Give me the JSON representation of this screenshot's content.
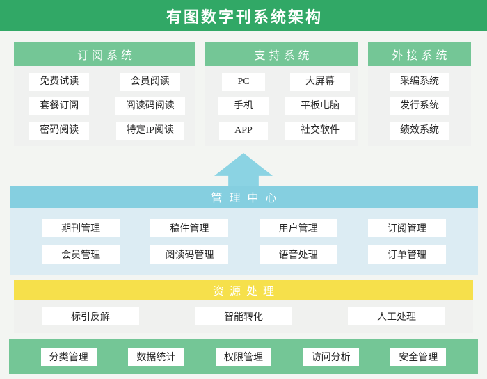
{
  "title": "有图数字刊系统架构",
  "colors": {
    "title_bar_green": "#31a866",
    "section_header_green": "#74c696",
    "management_blue": "#85cfe0",
    "management_body_blue": "#dcecf3",
    "arrow_blue": "#8bd3e3",
    "resource_yellow": "#f6e04b",
    "page_background": "#f3f5f2",
    "section_body_gray": "#f0f1f0",
    "box_text": "#262626"
  },
  "top_sections": [
    {
      "header": "订阅系统",
      "items": [
        "免费试读",
        "会员阅读",
        "套餐订阅",
        "阅读码阅读",
        "密码阅读",
        "特定IP阅读"
      ]
    },
    {
      "header": "支持系统",
      "items": [
        "PC",
        "大屏幕",
        "手机",
        "平板电脑",
        "APP",
        "社交软件"
      ]
    },
    {
      "header": "外接系统",
      "items": [
        "采编系统",
        "发行系统",
        "绩效系统"
      ]
    }
  ],
  "management_center": {
    "header": "管理中心",
    "items": [
      "期刊管理",
      "稿件管理",
      "用户管理",
      "订阅管理",
      "会员管理",
      "阅读码管理",
      "语音处理",
      "订单管理"
    ]
  },
  "resource_processing": {
    "header": "资源处理",
    "items": [
      "标引反解",
      "智能转化",
      "人工处理"
    ]
  },
  "bottom_bar": {
    "items": [
      "分类管理",
      "数据统计",
      "权限管理",
      "访问分析",
      "安全管理"
    ]
  }
}
